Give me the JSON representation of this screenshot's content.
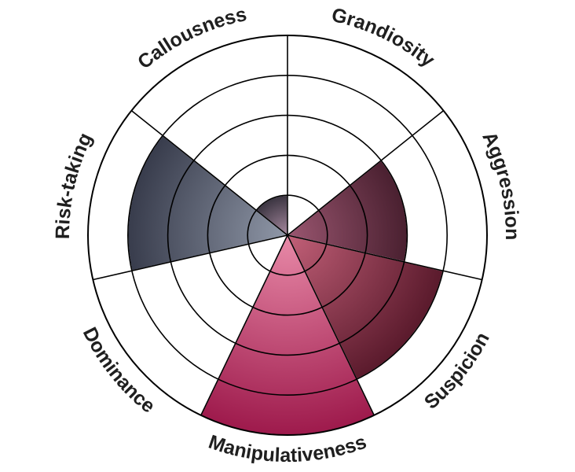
{
  "chart_data": {
    "type": "polar_area",
    "title": "",
    "categories": [
      "Grandiosity",
      "Aggression",
      "Suspicion",
      "Manipulativeness",
      "Dominance",
      "Risk-taking",
      "Callousness"
    ],
    "values": [
      0,
      3,
      4,
      5,
      0,
      4,
      1
    ],
    "rmax": 5,
    "rings": 5,
    "grid": true,
    "legend": "none"
  },
  "colors": {
    "ring_stroke": "#000000",
    "background": "#ffffff",
    "slices": {
      "Grandiosity": [
        "#ffffff",
        "#ffffff"
      ],
      "Aggression": [
        "#9a5670",
        "#4a2030"
      ],
      "Suspicion": [
        "#c26078",
        "#5a1a2c"
      ],
      "Manipulativeness": [
        "#e88aa8",
        "#9e1a4c"
      ],
      "Dominance": [
        "#ffffff",
        "#ffffff"
      ],
      "Risk-taking": [
        "#9098a8",
        "#383c4c"
      ],
      "Callousness": [
        "#a88aa0",
        "#3a3440"
      ]
    }
  }
}
